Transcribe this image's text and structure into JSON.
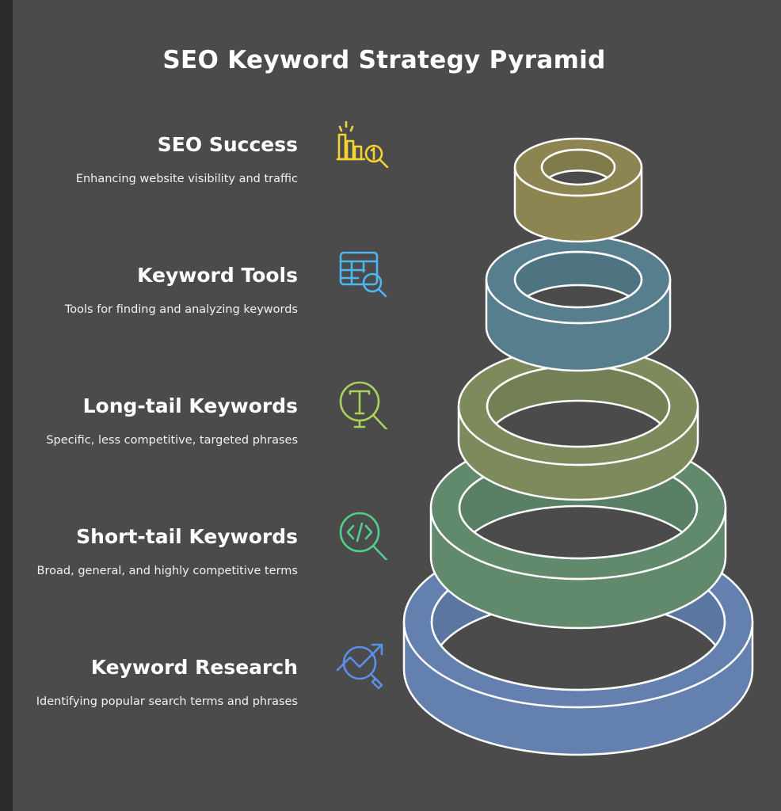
{
  "title": "SEO Keyword Strategy Pyramid",
  "levels": [
    {
      "title": "SEO Success",
      "description": "Enhancing website visibility and traffic",
      "icon": "ranking-chart-icon",
      "color": "#8c8552",
      "icon_color": "#f5d332"
    },
    {
      "title": "Keyword Tools",
      "description": "Tools for finding and analyzing keywords",
      "icon": "table-search-icon",
      "color": "#567e8c",
      "icon_color": "#4cb6f0"
    },
    {
      "title": "Long-tail Keywords",
      "description": "Specific, less competitive, targeted phrases",
      "icon": "text-search-icon",
      "color": "#7d8a5b",
      "icon_color": "#a8d25a"
    },
    {
      "title": "Short-tail Keywords",
      "description": "Broad, general, and highly competitive terms",
      "icon": "code-search-icon",
      "color": "#618a6d",
      "icon_color": "#52cf8a"
    },
    {
      "title": "Keyword Research",
      "description": "Identifying popular search terms and phrases",
      "icon": "trend-search-icon",
      "color": "#6380ae",
      "icon_color": "#5a90e8"
    }
  ],
  "colors": {
    "background": "#4b4b4b",
    "outline": "#ffffff"
  }
}
